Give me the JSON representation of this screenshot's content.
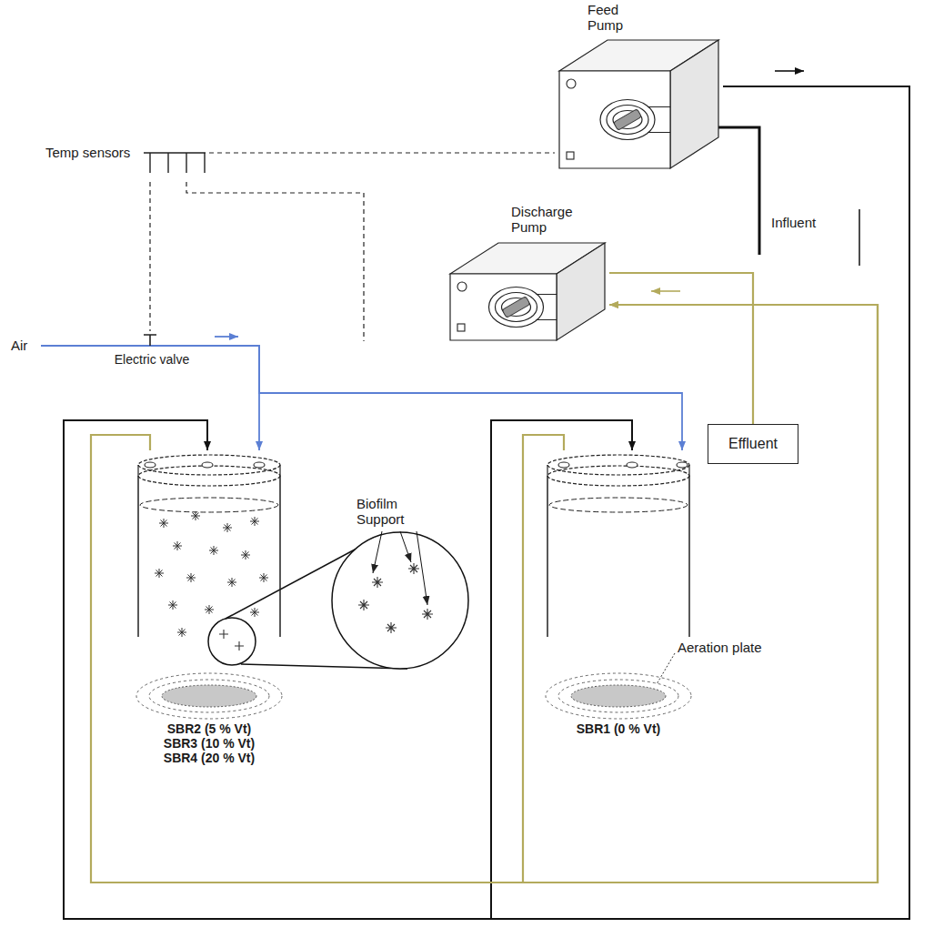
{
  "diagram": {
    "nodes": [
      {
        "text": [
          "Feed Pump"
        ]
      },
      {
        "text": [
          "Temp sensors"
        ]
      },
      {
        "text": [
          "Discharge Pump"
        ]
      },
      {
        "text": [
          "Electric valve"
        ]
      },
      {
        "text": [
          "Effluent"
        ]
      },
      {
        "text": [
          "SBR2 (5 % Vt)",
          "SBR3 (10 % Vt)",
          "SBR4 (20 % Vt)"
        ]
      },
      {
        "text": [
          "SBR1 (0 % Vt)"
        ]
      }
    ],
    "edges": [
      {
        "from": 0,
        "to": 5,
        "arrow": "to"
      },
      {
        "from": 0,
        "to": 6,
        "arrow": "to"
      },
      {
        "from": 5,
        "to": 2,
        "arrow": "to"
      },
      {
        "from": 6,
        "to": 2,
        "arrow": "to"
      },
      {
        "from": 2,
        "to": 4,
        "arrow": "none"
      },
      {
        "from": 3,
        "to": 5,
        "arrow": "to"
      },
      {
        "from": 3,
        "to": 6,
        "arrow": "to"
      },
      {
        "from": 1,
        "to": 0,
        "arrow": "none"
      },
      {
        "from": 1,
        "to": 3,
        "arrow": "none"
      }
    ],
    "labels": [
      "Air",
      "Influent",
      "Biofilm Support",
      "Aeration plate"
    ]
  }
}
